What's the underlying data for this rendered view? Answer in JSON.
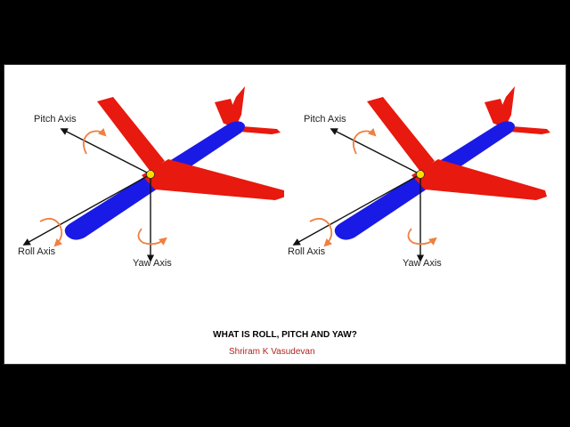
{
  "diagrams": [
    {
      "pitch_label": "Pitch Axis",
      "roll_label": "Roll Axis",
      "yaw_label": "Yaw Axis"
    },
    {
      "pitch_label": "Pitch Axis",
      "roll_label": "Roll Axis",
      "yaw_label": "Yaw Axis"
    }
  ],
  "caption": "WHAT IS ROLL, PITCH AND YAW?",
  "author": "Shriram K Vasudevan",
  "colors": {
    "wing": "#e8190e",
    "fuselage": "#1a1ae6",
    "axis": "#111111",
    "rotation_arrow": "#f08040",
    "center": "#ffe000",
    "author": "#b22222"
  }
}
